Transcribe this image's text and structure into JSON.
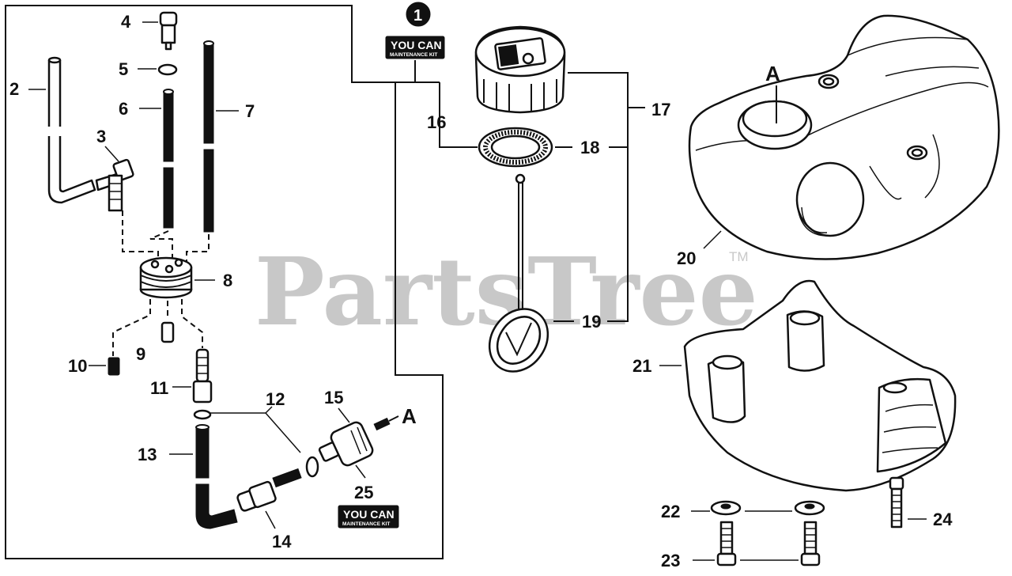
{
  "watermark": {
    "text": "PartsTree",
    "trademark": "TM"
  },
  "kit_badge": {
    "number": "1"
  },
  "kit_logo": {
    "main": "YOU CAN",
    "sub": "MAINTENANCE KIT"
  },
  "reference_letter": "A",
  "callouts": {
    "c2": "2",
    "c3": "3",
    "c4": "4",
    "c5": "5",
    "c6": "6",
    "c7": "7",
    "c8": "8",
    "c9": "9",
    "c10": "10",
    "c11": "11",
    "c12": "12",
    "c13": "13",
    "c14": "14",
    "c15": "15",
    "c16": "16",
    "c17": "17",
    "c18": "18",
    "c19": "19",
    "c20": "20",
    "c21": "21",
    "c22": "22",
    "c23": "23",
    "c24": "24",
    "c25": "25"
  },
  "colors": {
    "line": "#111111",
    "watermark": "#c8c8c8",
    "background": "#ffffff"
  }
}
